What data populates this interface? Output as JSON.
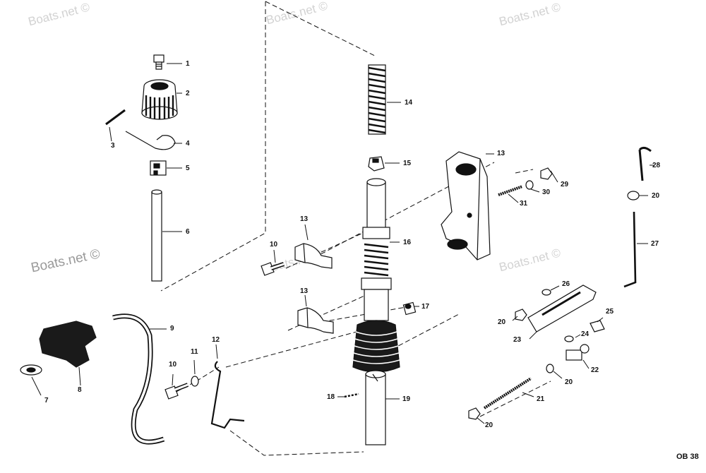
{
  "watermark": {
    "text": "Boats.net ©"
  },
  "diagram_code": "OB 38",
  "callouts": [
    "1",
    "2",
    "3",
    "4",
    "5",
    "6",
    "7",
    "8",
    "9",
    "10",
    "10",
    "11",
    "12",
    "13",
    "13",
    "13",
    "14",
    "15",
    "16",
    "17",
    "18",
    "19",
    "20",
    "20",
    "20",
    "20",
    "21",
    "22",
    "23",
    "24",
    "25",
    "26",
    "27",
    "28",
    "29",
    "30",
    "31"
  ],
  "colors": {
    "ink": "#111111",
    "part_dark": "#1a1a1a",
    "part_fill": "#ffffff",
    "watermark": "#d2d2d2"
  }
}
